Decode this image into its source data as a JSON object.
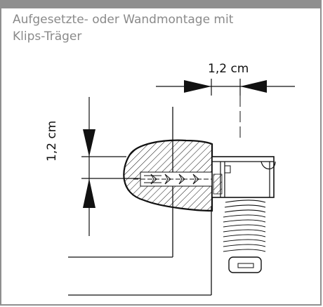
{
  "title": "Aufgesetzte- oder Wandmontage mit\nKlips-Träger",
  "dimensions": {
    "horizontal_label": "1,2 cm",
    "vertical_label": "1,2 cm"
  }
}
